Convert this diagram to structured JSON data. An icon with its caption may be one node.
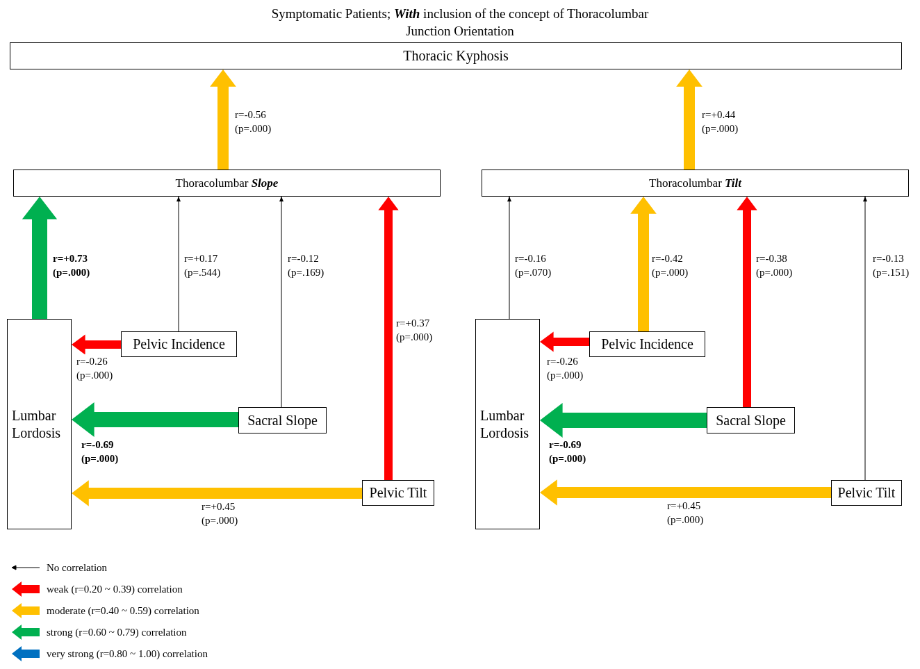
{
  "diagram": {
    "title": "Symptomatic Patients; **With** inclusion of the concept of Thoracolumbar Junction Orientation",
    "nodes": [
      {
        "text": [
          "Thoracic Kyphosis"
        ]
      },
      {
        "text": [
          "Thoracolumbar **Slope**"
        ]
      },
      {
        "text": [
          "Lumbar Lordosis"
        ]
      },
      {
        "text": [
          "Pelvic Incidence"
        ]
      },
      {
        "text": [
          "Sacral Slope"
        ]
      },
      {
        "text": [
          "Pelvic Tilt"
        ]
      },
      {
        "text": [
          "Thoracolumbar **Tilt**"
        ]
      },
      {
        "text": [
          "Lumbar Lordosis"
        ]
      },
      {
        "text": [
          "Pelvic Incidence"
        ]
      },
      {
        "text": [
          "Sacral Slope"
        ]
      },
      {
        "text": [
          "Pelvic Tilt"
        ]
      }
    ],
    "edges": [
      {
        "from": 1,
        "to": 0,
        "arrow": "to",
        "label": "r=-0.56 (p=.000)",
        "style": "thick",
        "color": "#ffc000"
      },
      {
        "from": 6,
        "to": 0,
        "arrow": "to",
        "label": "r=+0.44 (p=.000)",
        "style": "thick",
        "color": "#ffc000"
      },
      {
        "from": 2,
        "to": 1,
        "arrow": "to",
        "label": "**r=+0.73 (p=.000)**",
        "style": "thick",
        "color": "#00b050"
      },
      {
        "from": 3,
        "to": 1,
        "arrow": "to",
        "label": "r=+0.17 (p=.544)"
      },
      {
        "from": 4,
        "to": 1,
        "arrow": "to",
        "label": "r=-0.12 (p=.169)"
      },
      {
        "from": 5,
        "to": 1,
        "arrow": "to",
        "label": "r=+0.37 (p=.000)",
        "style": "thick",
        "color": "#ff0000"
      },
      {
        "from": 3,
        "to": 2,
        "arrow": "to",
        "label": "r=-0.26 (p=.000)",
        "style": "thick",
        "color": "#ff0000"
      },
      {
        "from": 4,
        "to": 2,
        "arrow": "to",
        "label": "**r=-0.69 (p=.000)**",
        "style": "thick",
        "color": "#00b050"
      },
      {
        "from": 5,
        "to": 2,
        "arrow": "to",
        "label": "r=+0.45 (p=.000)",
        "style": "thick",
        "color": "#ffc000"
      },
      {
        "from": 7,
        "to": 6,
        "arrow": "to",
        "label": "r=-0.16 (p=.070)"
      },
      {
        "from": 8,
        "to": 6,
        "arrow": "to",
        "label": "r=-0.42 (p=.000)",
        "style": "thick",
        "color": "#ffc000"
      },
      {
        "from": 9,
        "to": 6,
        "arrow": "to",
        "label": "r=-0.38 (p=.000)",
        "style": "thick",
        "color": "#ff0000"
      },
      {
        "from": 10,
        "to": 6,
        "arrow": "to",
        "label": "r=-0.13 (p=.151)"
      },
      {
        "from": 8,
        "to": 7,
        "arrow": "to",
        "label": "r=-0.26 (p=.000)",
        "style": "thick",
        "color": "#ff0000"
      },
      {
        "from": 9,
        "to": 7,
        "arrow": "to",
        "label": "**r=-0.69 (p=.000)**",
        "style": "thick",
        "color": "#00b050"
      },
      {
        "from": 10,
        "to": 7,
        "arrow": "to",
        "label": "r=+0.45 (p=.000)",
        "style": "thick",
        "color": "#ffc000"
      }
    ],
    "legend": [
      {
        "text": "No correlation"
      },
      {
        "text": "weak (r=0.20 ~ 0.39) correlation",
        "color": "#ff0000"
      },
      {
        "text": "moderate (r=0.40 ~ 0.59) correlation",
        "color": "#ffc000"
      },
      {
        "text": "strong (r=0.60 ~ 0.79) correlation",
        "color": "#00b050"
      },
      {
        "text": "very strong (r=0.80 ~ 1.00) correlation",
        "color": "#0070c0"
      }
    ]
  }
}
